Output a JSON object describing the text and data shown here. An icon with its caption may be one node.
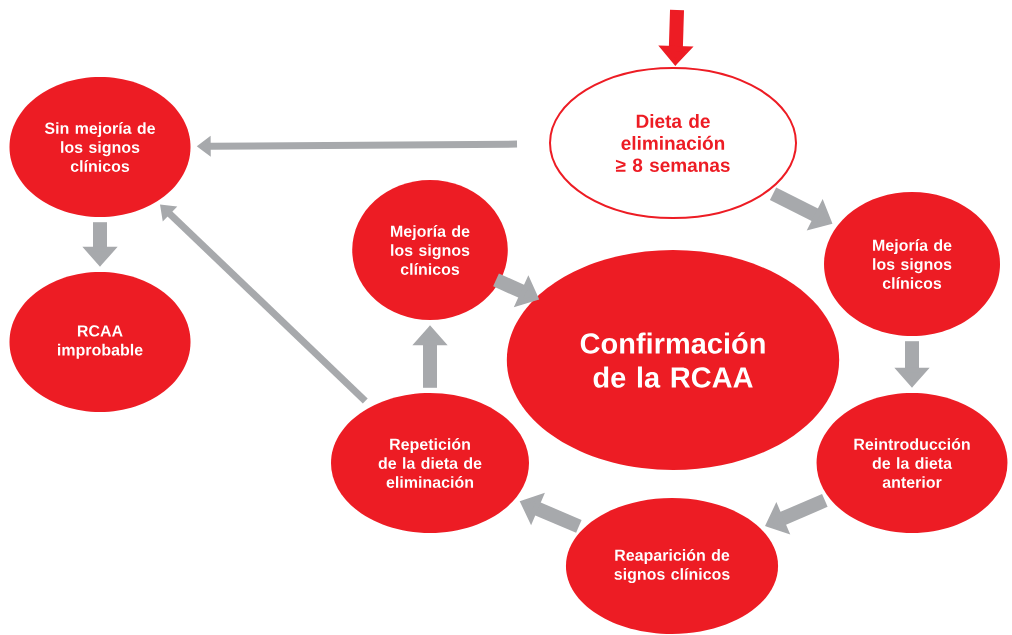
{
  "diagram": {
    "nodes": [
      {
        "text": [
          "Dieta de eliminación ≥ 8 semanas"
        ]
      },
      {
        "text": [
          "Sin mejoría de los signos clínicos"
        ]
      },
      {
        "text": [
          "RCAA improbable"
        ]
      },
      {
        "text": [
          "Mejoría de los signos clínicos"
        ]
      },
      {
        "text": [
          "Confirmación de la RCAA"
        ]
      },
      {
        "text": [
          "Mejoría de los signos clínicos"
        ]
      },
      {
        "text": [
          "Reintroducción de la dieta anterior"
        ]
      },
      {
        "text": [
          "Reaparición de signos clínicos"
        ]
      },
      {
        "text": [
          "Repetición de la dieta de eliminación"
        ]
      }
    ],
    "edges": [
      {
        "from": null,
        "to": 0,
        "arrow": "to",
        "color": "#ed1c24"
      },
      {
        "from": 0,
        "to": 1,
        "arrow": "to"
      },
      {
        "from": 1,
        "to": 2,
        "arrow": "to"
      },
      {
        "from": 0,
        "to": 5,
        "arrow": "to"
      },
      {
        "from": 5,
        "to": 6,
        "arrow": "to"
      },
      {
        "from": 6,
        "to": 7,
        "arrow": "to"
      },
      {
        "from": 7,
        "to": 8,
        "arrow": "to"
      },
      {
        "from": 8,
        "to": 3,
        "arrow": "to"
      },
      {
        "from": 3,
        "to": 4,
        "arrow": "to"
      },
      {
        "from": 8,
        "to": 1,
        "arrow": "to"
      }
    ]
  }
}
